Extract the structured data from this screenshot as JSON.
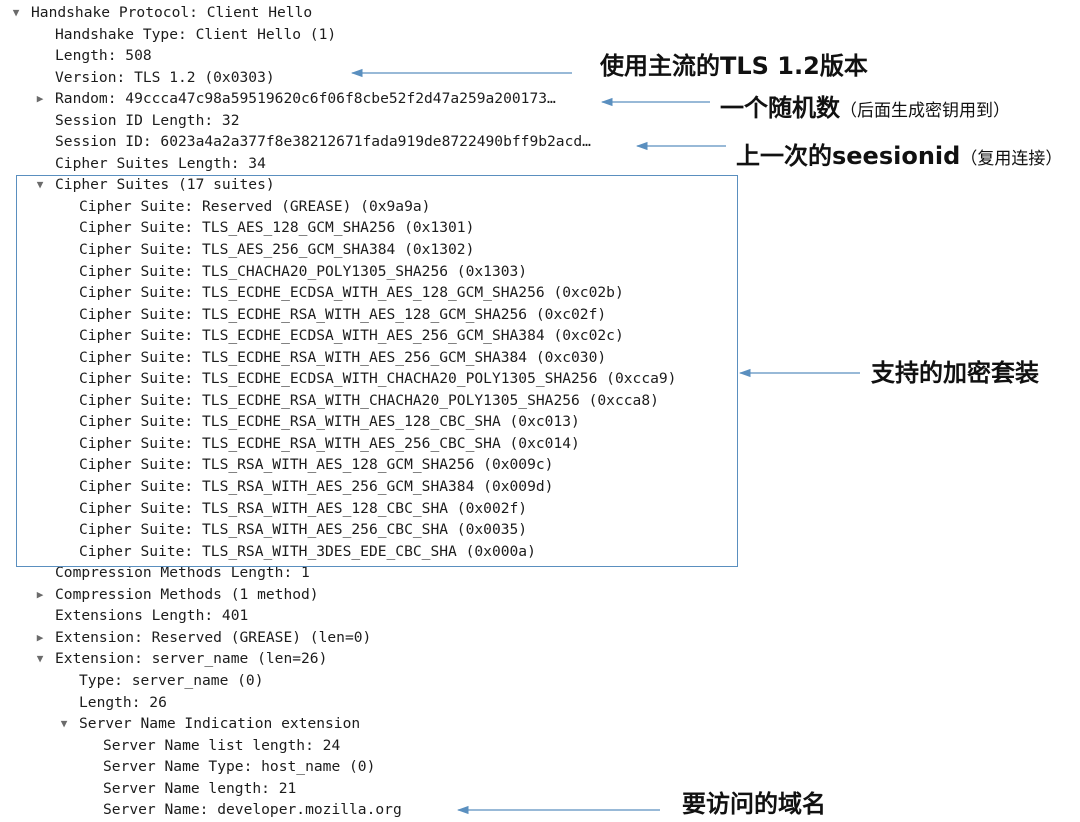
{
  "colors": {
    "text": "#1c1c1c",
    "twisty": "#6b6b6b",
    "box_border": "#5a8fbf",
    "arrow": "#5a8fbf",
    "annotation": "#111111"
  },
  "tree": [
    {
      "text": "Handshake Protocol: Client Hello",
      "depth": 0,
      "twisty": "expanded"
    },
    {
      "text": "Handshake Type: Client Hello (1)",
      "depth": 1,
      "twisty": "none"
    },
    {
      "text": "Length: 508",
      "depth": 1,
      "twisty": "none"
    },
    {
      "text": "Version: TLS 1.2 (0x0303)",
      "depth": 1,
      "twisty": "none"
    },
    {
      "text": "Random: 49ccca47c98a59519620c6f06f8cbe52f2d47a259a200173…",
      "depth": 1,
      "twisty": "collapsed"
    },
    {
      "text": "Session ID Length: 32",
      "depth": 1,
      "twisty": "none"
    },
    {
      "text": "Session ID: 6023a4a2a377f8e38212671fada919de8722490bff9b2acd…",
      "depth": 1,
      "twisty": "none"
    },
    {
      "text": "Cipher Suites Length: 34",
      "depth": 1,
      "twisty": "none"
    },
    {
      "text": "Cipher Suites (17 suites)",
      "depth": 1,
      "twisty": "expanded"
    },
    {
      "text": "Cipher Suite: Reserved (GREASE) (0x9a9a)",
      "depth": 2,
      "twisty": "none"
    },
    {
      "text": "Cipher Suite: TLS_AES_128_GCM_SHA256 (0x1301)",
      "depth": 2,
      "twisty": "none"
    },
    {
      "text": "Cipher Suite: TLS_AES_256_GCM_SHA384 (0x1302)",
      "depth": 2,
      "twisty": "none"
    },
    {
      "text": "Cipher Suite: TLS_CHACHA20_POLY1305_SHA256 (0x1303)",
      "depth": 2,
      "twisty": "none"
    },
    {
      "text": "Cipher Suite: TLS_ECDHE_ECDSA_WITH_AES_128_GCM_SHA256 (0xc02b)",
      "depth": 2,
      "twisty": "none"
    },
    {
      "text": "Cipher Suite: TLS_ECDHE_RSA_WITH_AES_128_GCM_SHA256 (0xc02f)",
      "depth": 2,
      "twisty": "none"
    },
    {
      "text": "Cipher Suite: TLS_ECDHE_ECDSA_WITH_AES_256_GCM_SHA384 (0xc02c)",
      "depth": 2,
      "twisty": "none"
    },
    {
      "text": "Cipher Suite: TLS_ECDHE_RSA_WITH_AES_256_GCM_SHA384 (0xc030)",
      "depth": 2,
      "twisty": "none"
    },
    {
      "text": "Cipher Suite: TLS_ECDHE_ECDSA_WITH_CHACHA20_POLY1305_SHA256 (0xcca9)",
      "depth": 2,
      "twisty": "none"
    },
    {
      "text": "Cipher Suite: TLS_ECDHE_RSA_WITH_CHACHA20_POLY1305_SHA256 (0xcca8)",
      "depth": 2,
      "twisty": "none"
    },
    {
      "text": "Cipher Suite: TLS_ECDHE_RSA_WITH_AES_128_CBC_SHA (0xc013)",
      "depth": 2,
      "twisty": "none"
    },
    {
      "text": "Cipher Suite: TLS_ECDHE_RSA_WITH_AES_256_CBC_SHA (0xc014)",
      "depth": 2,
      "twisty": "none"
    },
    {
      "text": "Cipher Suite: TLS_RSA_WITH_AES_128_GCM_SHA256 (0x009c)",
      "depth": 2,
      "twisty": "none"
    },
    {
      "text": "Cipher Suite: TLS_RSA_WITH_AES_256_GCM_SHA384 (0x009d)",
      "depth": 2,
      "twisty": "none"
    },
    {
      "text": "Cipher Suite: TLS_RSA_WITH_AES_128_CBC_SHA (0x002f)",
      "depth": 2,
      "twisty": "none"
    },
    {
      "text": "Cipher Suite: TLS_RSA_WITH_AES_256_CBC_SHA (0x0035)",
      "depth": 2,
      "twisty": "none"
    },
    {
      "text": "Cipher Suite: TLS_RSA_WITH_3DES_EDE_CBC_SHA (0x000a)",
      "depth": 2,
      "twisty": "none"
    },
    {
      "text": "Compression Methods Length: 1",
      "depth": 1,
      "twisty": "none"
    },
    {
      "text": "Compression Methods (1 method)",
      "depth": 1,
      "twisty": "collapsed"
    },
    {
      "text": "Extensions Length: 401",
      "depth": 1,
      "twisty": "none"
    },
    {
      "text": "Extension: Reserved (GREASE) (len=0)",
      "depth": 1,
      "twisty": "collapsed"
    },
    {
      "text": "Extension: server_name (len=26)",
      "depth": 1,
      "twisty": "expanded"
    },
    {
      "text": "Type: server_name (0)",
      "depth": 2,
      "twisty": "none"
    },
    {
      "text": "Length: 26",
      "depth": 2,
      "twisty": "none"
    },
    {
      "text": "Server Name Indication extension",
      "depth": 2,
      "twisty": "expanded"
    },
    {
      "text": "Server Name list length: 24",
      "depth": 3,
      "twisty": "none"
    },
    {
      "text": "Server Name Type: host_name (0)",
      "depth": 3,
      "twisty": "none"
    },
    {
      "text": "Server Name length: 21",
      "depth": 3,
      "twisty": "none"
    },
    {
      "text": "Server Name: developer.mozilla.org",
      "depth": 3,
      "twisty": "none"
    }
  ],
  "annotations": {
    "version": {
      "main": "使用主流的TLS 1.2版本",
      "note": ""
    },
    "random": {
      "main": "一个随机数",
      "note": "（后面生成密钥用到）"
    },
    "session": {
      "main": "上一次的seesionid",
      "note": "（复用连接）"
    },
    "cipher": {
      "main": "支持的加密套装",
      "note": ""
    },
    "server_name": {
      "main": "要访问的域名",
      "note": ""
    }
  }
}
